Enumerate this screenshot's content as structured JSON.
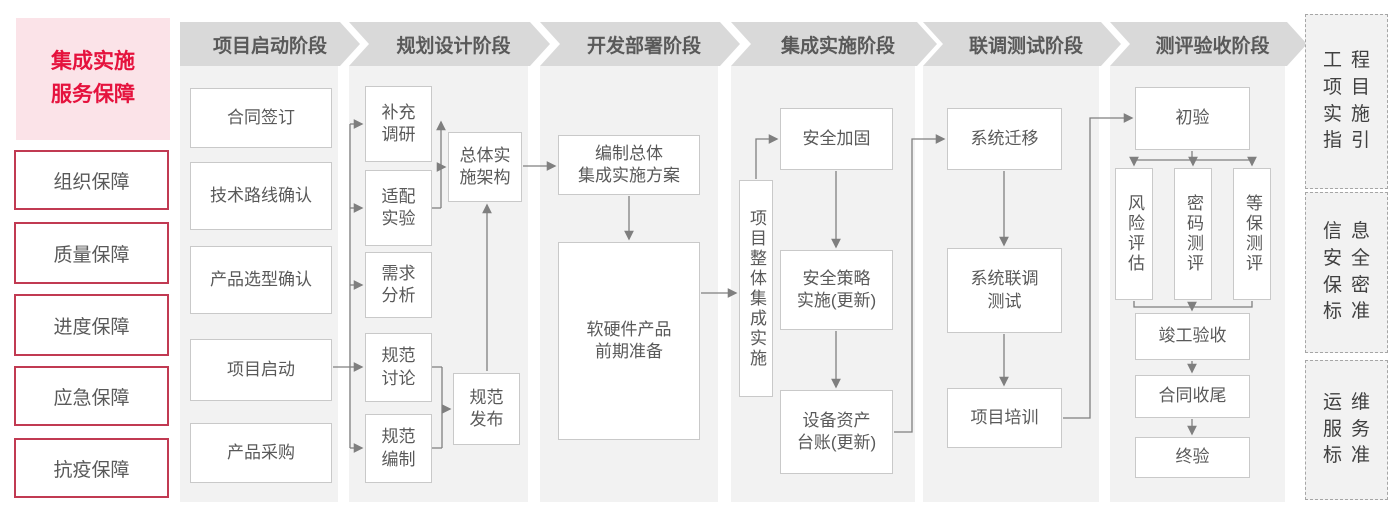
{
  "left_sidebar": {
    "title": "集成实施\n服务保障",
    "items": [
      "组织保障",
      "质量保障",
      "进度保障",
      "应急保障",
      "抗疫保障"
    ]
  },
  "phases": [
    {
      "label": "项目启动阶段",
      "boxes": [
        "合同签订",
        "技术路线确认",
        "产品选型确认",
        "项目启动",
        "产品采购"
      ]
    },
    {
      "label": "规划设计阶段",
      "boxes": [
        "补充\n调研",
        "适配\n实验",
        "需求\n分析",
        "规范\n讨论",
        "规范\n编制",
        "总体实\n施架构",
        "规范\n发布"
      ]
    },
    {
      "label": "开发部署阶段",
      "boxes": [
        "编制总体\n集成实施方案",
        "软硬件产品\n前期准备"
      ]
    },
    {
      "label": "集成实施阶段",
      "boxes": [
        "项目整体集成实施",
        "安全加固",
        "安全策略\n实施(更新)",
        "设备资产\n台账(更新)"
      ]
    },
    {
      "label": "联调测试阶段",
      "boxes": [
        "系统迁移",
        "系统联调\n测试",
        "项目培训"
      ]
    },
    {
      "label": "测评验收阶段",
      "boxes": [
        "初验",
        "风险评估",
        "密码测评",
        "等保测评",
        "竣工验收",
        "合同收尾",
        "终验"
      ]
    }
  ],
  "right_sidebar": {
    "items": [
      "工程\n项目\n实施\n指引",
      "信息\n安全\n保密\n标准",
      "运维\n服务\n标准"
    ]
  },
  "colors": {
    "accent_red": "#e5123d",
    "pink_bg": "#fbe3e8",
    "red_border": "#c13a52",
    "header_gray": "#d9d9d9",
    "panel_gray": "#f2f2f2",
    "line_gray": "#7f7f7f",
    "text_gray": "#595959"
  }
}
